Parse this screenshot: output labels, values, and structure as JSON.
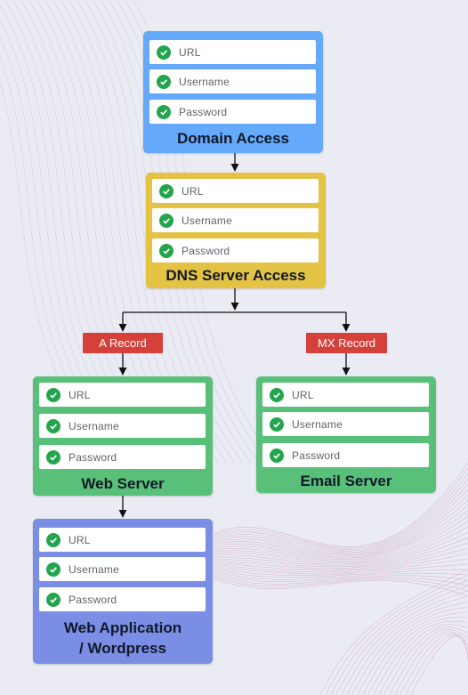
{
  "field_labels": {
    "url": "URL",
    "username": "Username",
    "password": "Password"
  },
  "boxes": {
    "domain_access": {
      "title": "Domain Access"
    },
    "dns_server_access": {
      "title": "DNS Server Access"
    },
    "web_server": {
      "title": "Web Server"
    },
    "email_server": {
      "title": "Email Server"
    },
    "web_application": {
      "title": "Web Application\n/ Wordpress"
    }
  },
  "tags": {
    "a_record": "A Record",
    "mx_record": "MX Record"
  },
  "colors": {
    "domain_access": "#64a9fa",
    "dns_server_access": "#e3c244",
    "server": "#59c07a",
    "web_application": "#7a8ee6",
    "record_tag": "#d6403a",
    "check": "#24a54d"
  }
}
